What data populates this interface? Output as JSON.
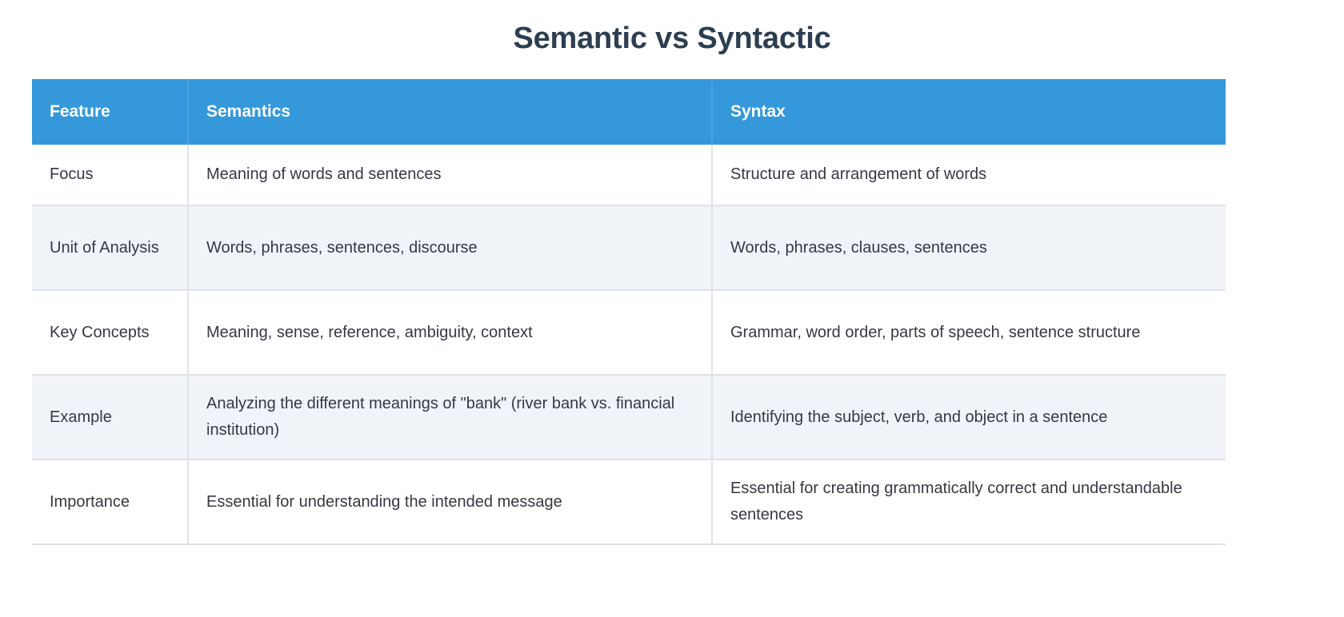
{
  "page": {
    "title": "Semantic vs Syntactic",
    "accent_color": "#3498db",
    "title_color": "#2c3e50",
    "text_color": "#333a41",
    "row_alt_color": "#f0f4f8",
    "border_color": "#dfe3e8"
  },
  "table": {
    "headers": [
      "Feature",
      "Semantics",
      "Syntax"
    ],
    "rows": [
      {
        "feature": "Focus",
        "semantics": "Meaning of words and sentences",
        "syntax": "Structure and arrangement of words"
      },
      {
        "feature": "Unit of Analysis",
        "semantics": "Words, phrases, sentences, discourse",
        "syntax": "Words, phrases, clauses, sentences"
      },
      {
        "feature": "Key Concepts",
        "semantics": "Meaning, sense, reference, ambiguity, context",
        "syntax": "Grammar, word order, parts of speech, sentence structure"
      },
      {
        "feature": "Example",
        "semantics": "Analyzing the different meanings of \"bank\" (river bank vs. financial institution)",
        "syntax": "Identifying the subject, verb, and object in a sentence"
      },
      {
        "feature": "Importance",
        "semantics": "Essential for understanding the intended message",
        "syntax": "Essential for creating grammatically correct and understandable sentences"
      }
    ]
  }
}
